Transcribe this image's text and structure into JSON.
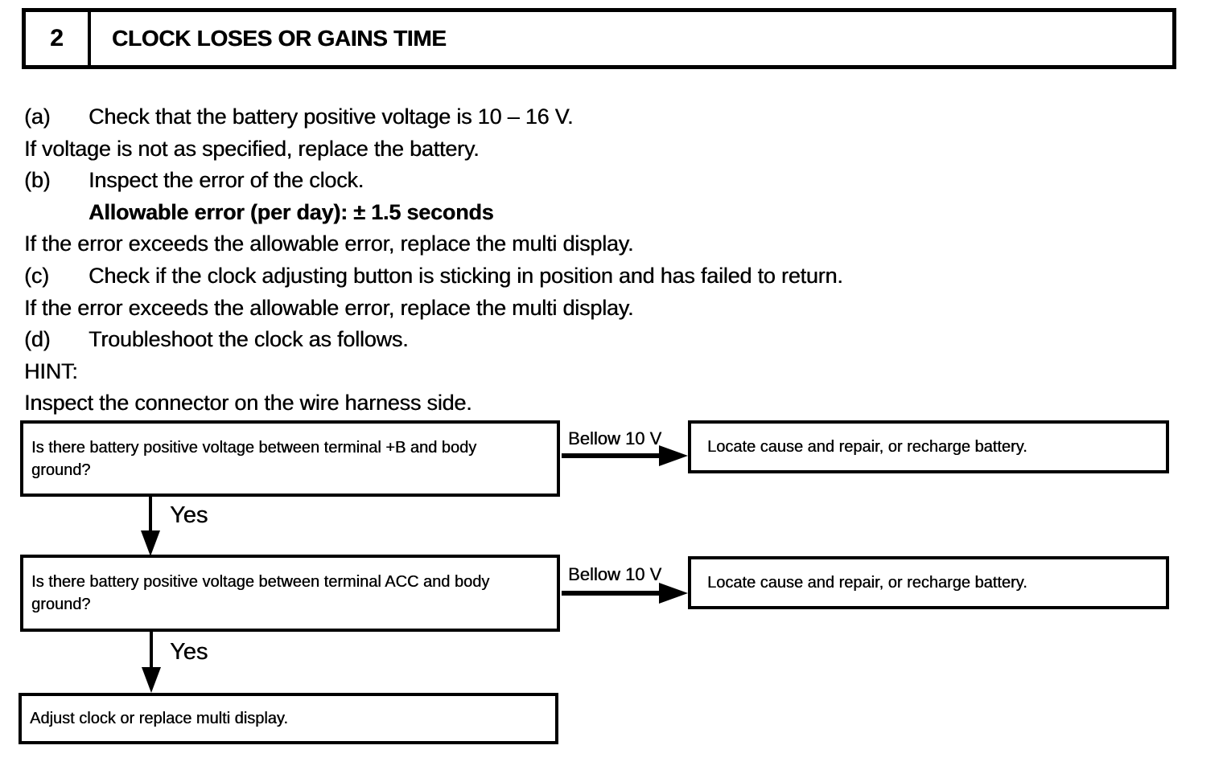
{
  "page": {
    "background_color": "#ffffff",
    "ink_color": "#000000"
  },
  "header": {
    "number": "2",
    "title": "CLOCK LOSES OR GAINS TIME"
  },
  "procedure": {
    "lines": [
      {
        "label": "(a)",
        "text": "Check that the battery positive voltage is 10 – 16 V."
      },
      {
        "text": "If voltage is not as specified, replace the battery."
      },
      {
        "label": "(b)",
        "text": "Inspect the error of the clock."
      },
      {
        "text": "Allowable error (per day): ± 1.5 seconds"
      },
      {
        "text": "If the error exceeds the allowable error, replace the multi display."
      },
      {
        "label": "(c)",
        "text": "Check if the clock adjusting button is sticking in position and has failed to return."
      },
      {
        "text": "If the error exceeds the allowable error, replace the multi display."
      },
      {
        "label": "(d)",
        "text": "Troubleshoot the clock as follows."
      },
      {
        "text": "HINT:"
      },
      {
        "text": "Inspect the connector on the wire harness side."
      }
    ]
  },
  "flowchart": {
    "steps": [
      {
        "question": "Is there battery positive voltage between terminal +B and body ground?",
        "branch_label": "Bellow 10 V",
        "branch_action": "Locate cause and repair, or recharge battery.",
        "proceed_label": "Yes"
      },
      {
        "question": "Is there battery positive voltage between terminal ACC and body ground?",
        "branch_label": "Bellow 10 V",
        "branch_action": "Locate cause and repair, or recharge battery.",
        "proceed_label": "Yes"
      }
    ],
    "final_action": "Adjust clock or replace multi display."
  }
}
